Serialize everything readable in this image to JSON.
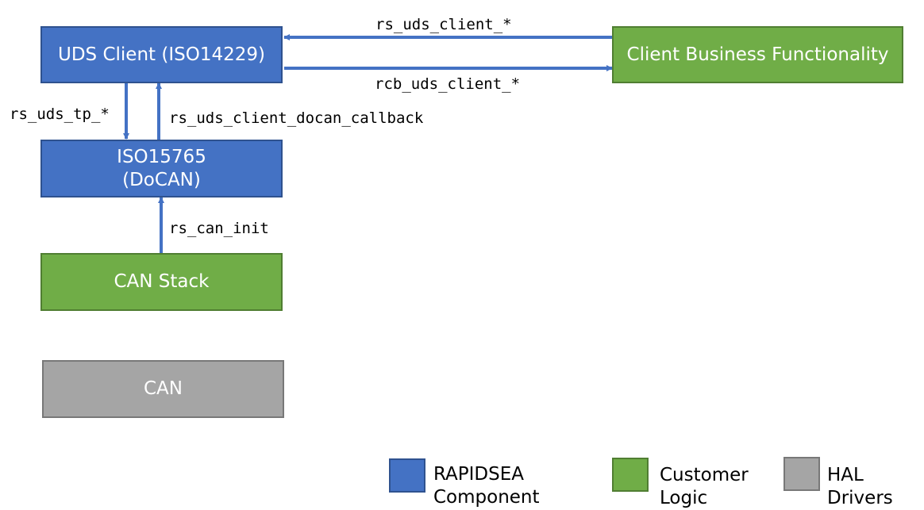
{
  "nodes": {
    "uds_client": "UDS Client (ISO14229)",
    "client_business": "Client Business Functionality",
    "iso15765_line1": "ISO15765",
    "iso15765_line2": "(DoCAN)",
    "can_stack": "CAN Stack",
    "can": "CAN"
  },
  "edges": {
    "rs_uds_client": "rs_uds_client_*",
    "rcb_uds_client": "rcb_uds_client_*",
    "rs_uds_tp": "rs_uds_tp_*",
    "docan_callback": "rs_uds_client_docan_callback",
    "rs_can_init": "rs_can_init"
  },
  "legend": [
    {
      "line1": "RAPIDSEA",
      "line2": "Component",
      "color": "#4472c4"
    },
    {
      "line1": "Customer",
      "line2": "Logic",
      "color": "#70ad47"
    },
    {
      "line1": "HAL",
      "line2": "Drivers",
      "color": "#a5a5a5"
    }
  ],
  "colors": {
    "arrow": "#4472c4",
    "rapidsea": "#4472c4",
    "customer": "#70ad47",
    "hal": "#a5a5a5"
  }
}
